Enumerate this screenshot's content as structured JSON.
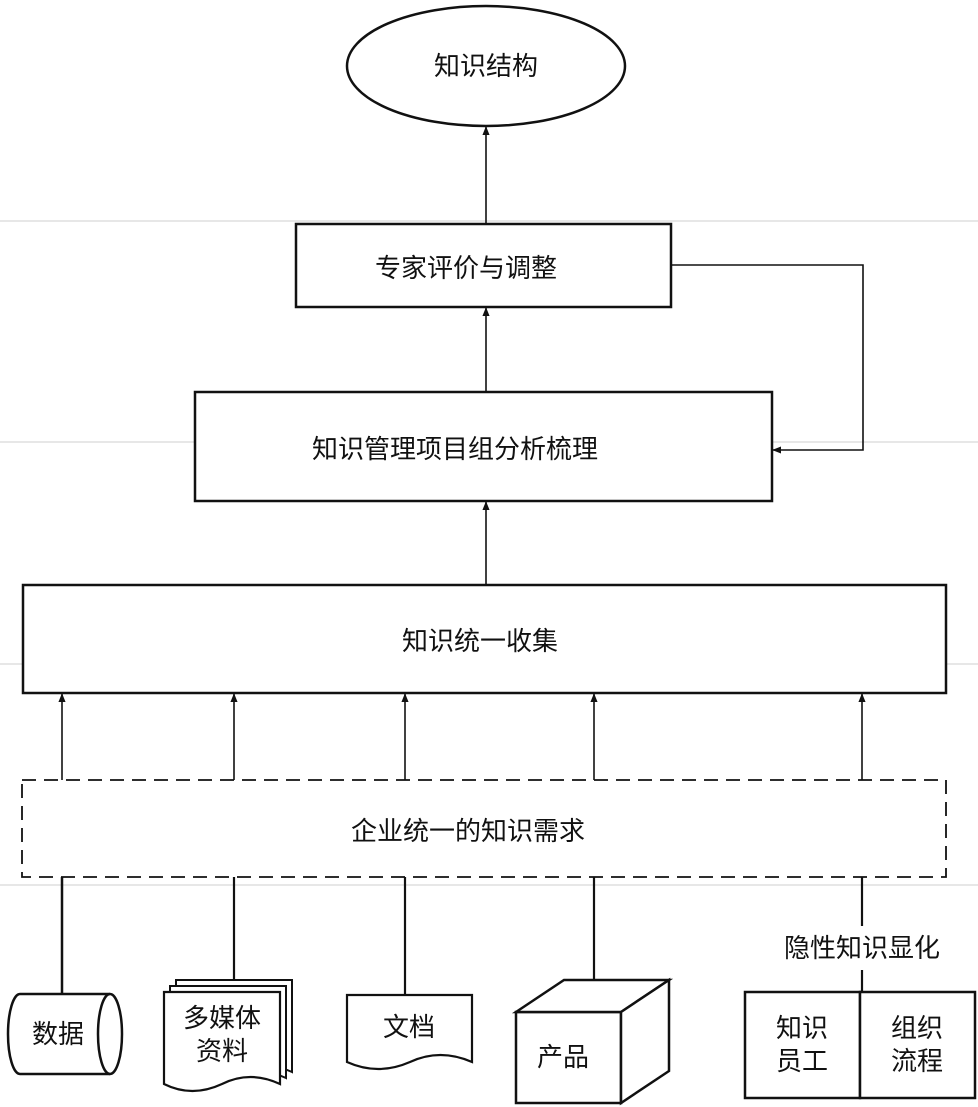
{
  "nodes": {
    "knowledge_structure": "知识结构",
    "expert_review": "专家评价与调整",
    "km_project_analysis": "知识管理项目组分析梳理",
    "unified_collection": "知识统一收集",
    "unified_demand": "企业统一的知识需求",
    "tacit_explicit": "隐性知识显化"
  },
  "sources": {
    "data": "数据",
    "multimedia_line1": "多媒体",
    "multimedia_line2": "资料",
    "documents": "文档",
    "products": "产品",
    "staff_line1": "知识",
    "staff_line2": "员工",
    "process_line1": "组织",
    "process_line2": "流程"
  }
}
